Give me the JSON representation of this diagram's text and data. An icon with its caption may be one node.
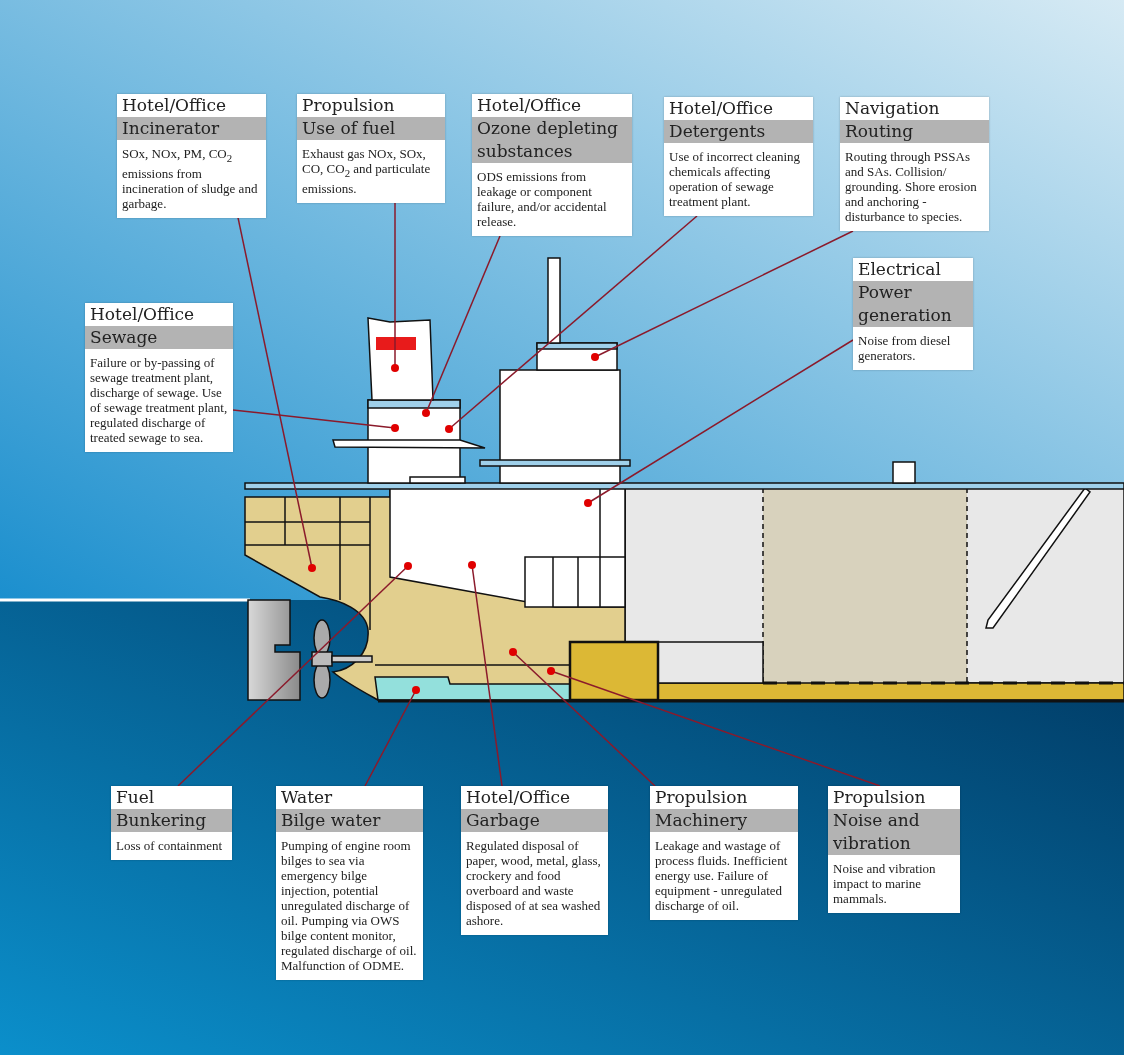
{
  "diagram": {
    "nodes": [
      {
        "text": [
          "Hotel/Office",
          "Incinerator",
          "SOx, NOx, PM, CO$_{2}$ emissions from incineration of sludge and garbage."
        ]
      },
      {
        "text": [
          "Propulsion",
          "Use of fuel",
          "Exhaust gas NOx, SOx, CO, CO$_{2}$ and particulate emissions."
        ]
      },
      {
        "text": [
          "Hotel/Office",
          "Ozone depleting substances",
          "ODS emissions from leakage or component failure, and/or accidental release."
        ]
      },
      {
        "text": [
          "Hotel/Office",
          "Detergents",
          "Use of incorrect cleaning chemicals affecting operation of sewage treatment plant."
        ]
      },
      {
        "text": [
          "Navigation",
          "Routing",
          "Routing through PSSAs and SAs. Collision/ grounding. Shore erosion and anchoring - disturbance to species."
        ]
      },
      {
        "text": [
          "Electrical",
          "Power generation",
          "Noise from diesel generators."
        ]
      },
      {
        "text": [
          "Hotel/Office",
          "Sewage",
          "Failure or by-passing of sewage treatment plant, discharge of sewage. Use of sewage treatment plant, regulated discharge of treated sewage to sea."
        ]
      },
      {
        "text": [
          "Fuel",
          "Bunkering",
          "Loss of containment"
        ]
      },
      {
        "text": [
          "Water",
          "Bilge water",
          "Pumping of engine room bilges to sea via emergency bilge injection, potential unregulated discharge of oil. Pumping via OWS bilge content monitor, regulated discharge of oil. Malfunction of ODME."
        ]
      },
      {
        "text": [
          "Hotel/Office",
          "Garbage",
          "Regulated disposal of paper, wood, metal, glass, crockery and food overboard and waste disposed of at sea washed ashore."
        ]
      },
      {
        "text": [
          "Propulsion",
          "Machinery",
          "Leakage and wastage of process fluids. Inefficient energy use. Failure of equipment - unregulated discharge of oil."
        ]
      },
      {
        "text": [
          "Propulsion",
          "Noise and vibration",
          "Noise and vibration impact to marine mammals."
        ]
      }
    ],
    "edges": [
      {
        "from": 0,
        "to": null,
        "arrow": "other"
      },
      {
        "from": 1,
        "to": null,
        "arrow": "other"
      },
      {
        "from": 2,
        "to": null,
        "arrow": "other"
      },
      {
        "from": 3,
        "to": null,
        "arrow": "other"
      },
      {
        "from": 4,
        "to": null,
        "arrow": "other"
      },
      {
        "from": 5,
        "to": null,
        "arrow": "other"
      },
      {
        "from": 6,
        "to": null,
        "arrow": "other"
      },
      {
        "from": 7,
        "to": null,
        "arrow": "other"
      },
      {
        "from": 8,
        "to": null,
        "arrow": "other"
      },
      {
        "from": 9,
        "to": null,
        "arrow": "other"
      },
      {
        "from": 10,
        "to": null,
        "arrow": "other"
      },
      {
        "from": 11,
        "to": null,
        "arrow": "other"
      }
    ]
  }
}
